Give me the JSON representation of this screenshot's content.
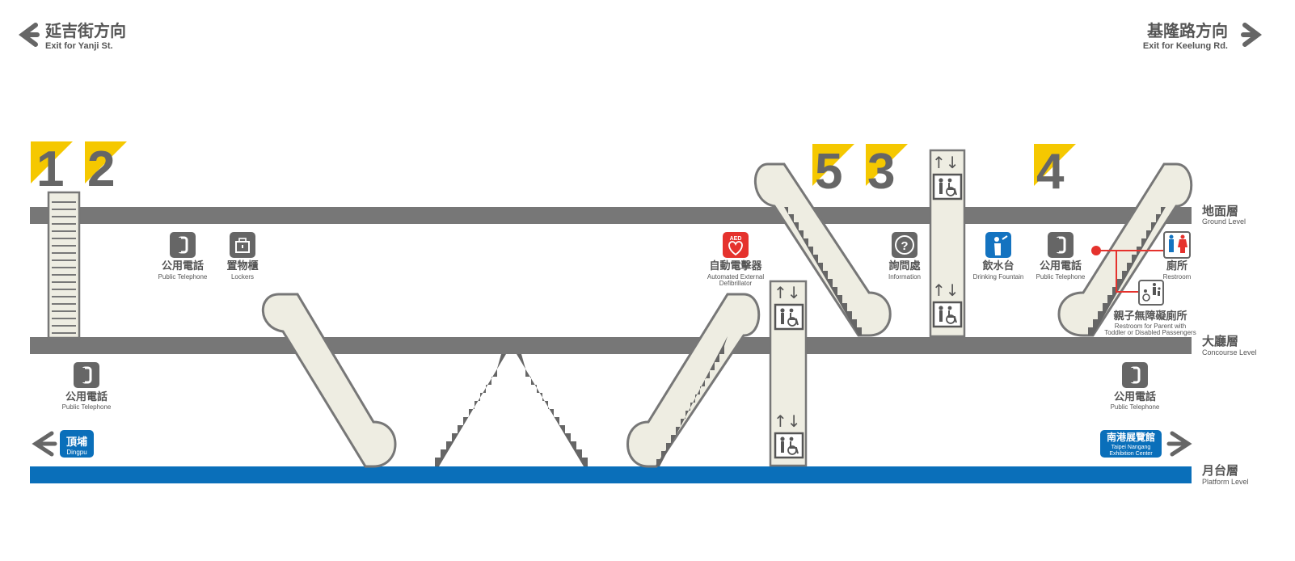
{
  "directions": {
    "left": {
      "zh": "延吉街方向",
      "en": "Exit for Yanji St."
    },
    "right": {
      "zh": "基隆路方向",
      "en": "Exit for Keelung Rd."
    }
  },
  "exits": [
    "1",
    "2",
    "5",
    "3",
    "4"
  ],
  "levels": {
    "ground": {
      "zh": "地面層",
      "en": "Ground Level"
    },
    "concourse": {
      "zh": "大廳層",
      "en": "Concourse Level"
    },
    "platform": {
      "zh": "月台層",
      "en": "Platform Level"
    }
  },
  "facilities": {
    "phone_1": {
      "zh": "公用電話",
      "en": "Public Telephone",
      "icon": "telephone-icon"
    },
    "lockers": {
      "zh": "置物櫃",
      "en": "Lockers",
      "icon": "locker-icon"
    },
    "aed": {
      "zh": "自動電擊器",
      "en1": "Automated External",
      "en2": "Defibrillator",
      "icon_text": "AED",
      "icon": "aed-icon"
    },
    "info": {
      "zh": "詢問處",
      "en": "Information",
      "icon": "question-icon"
    },
    "fountain": {
      "zh": "飲水台",
      "en": "Drinking Fountain",
      "icon": "drinking-fountain-icon"
    },
    "phone_2": {
      "zh": "公用電話",
      "en": "Public Telephone",
      "icon": "telephone-icon"
    },
    "restroom": {
      "zh": "廁所",
      "en": "Restroom",
      "icon": "restroom-icon"
    },
    "family_restroom": {
      "zh": "親子無障礙廁所",
      "en1": "Restroom for Parent with",
      "en2": "Toddler or Disabled Passengers",
      "icon": "family-restroom-icon"
    },
    "phone_3": {
      "zh": "公用電話",
      "en": "Public Telephone",
      "icon": "telephone-icon"
    },
    "phone_4": {
      "zh": "公用電話",
      "en": "Public Telephone",
      "icon": "telephone-icon"
    }
  },
  "platform_directions": {
    "left": {
      "zh": "頂埔",
      "en": "Dingpu"
    },
    "right": {
      "zh": "南港展覽館",
      "en1": "Taipei Nangang",
      "en2": "Exhibition Center"
    }
  },
  "colors": {
    "floor": "#777777",
    "platform": "#0a6fba",
    "exit_yellow": "#f5c800",
    "aed_red": "#e5322d",
    "fountain_blue": "#1473c0",
    "restroom_red": "#e5322d",
    "stair_fill": "#eeede2"
  }
}
